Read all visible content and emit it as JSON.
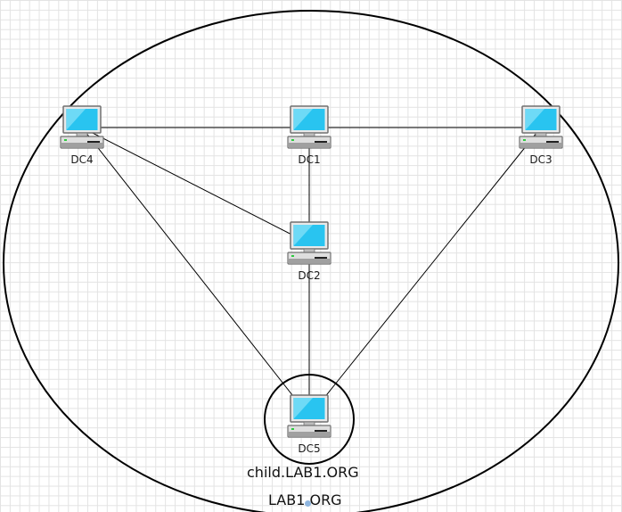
{
  "diagram": {
    "outer_domain": {
      "label": "LAB1.ORG"
    },
    "child_domain": {
      "label": "child.LAB1.ORG"
    },
    "nodes": [
      {
        "id": "dc4",
        "label": "DC4",
        "icon": "computer-icon"
      },
      {
        "id": "dc1",
        "label": "DC1",
        "icon": "computer-icon"
      },
      {
        "id": "dc3",
        "label": "DC3",
        "icon": "computer-icon"
      },
      {
        "id": "dc2",
        "label": "DC2",
        "icon": "computer-icon"
      },
      {
        "id": "dc5",
        "label": "DC5",
        "icon": "computer-icon"
      }
    ],
    "links": [
      [
        "dc4",
        "dc1"
      ],
      [
        "dc1",
        "dc3"
      ],
      [
        "dc4",
        "dc2"
      ],
      [
        "dc1",
        "dc2"
      ],
      [
        "dc2",
        "dc5"
      ],
      [
        "dc4",
        "dc5"
      ],
      [
        "dc3",
        "dc5"
      ]
    ],
    "colors": {
      "screen": "#29c4f0",
      "screen_highlight": "#a8ecfb",
      "frame": "#707070",
      "line": "#000000"
    }
  }
}
